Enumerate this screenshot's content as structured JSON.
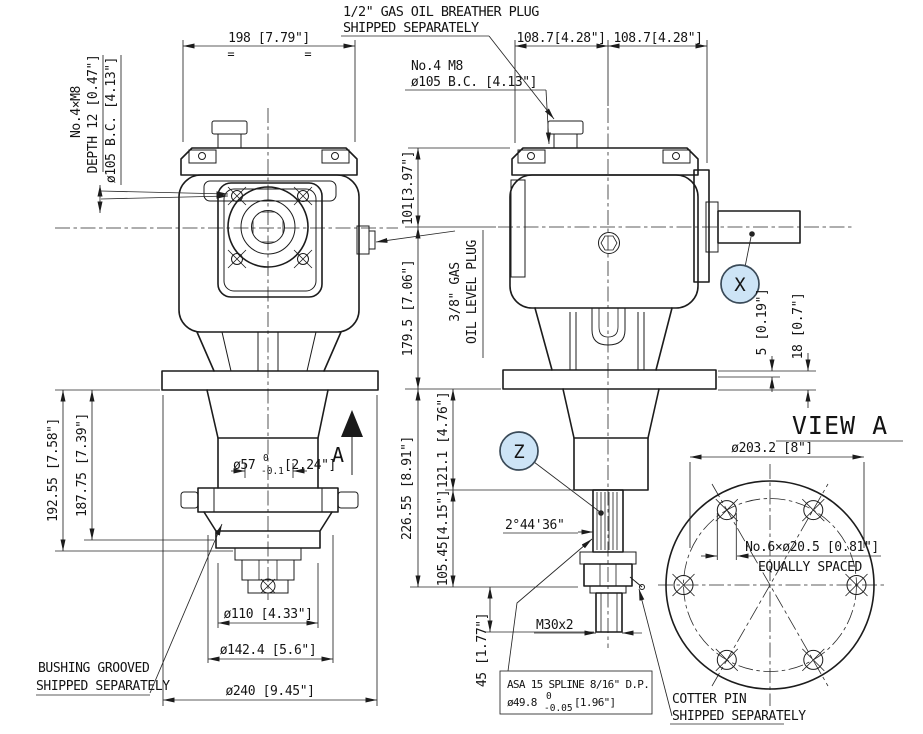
{
  "drawing": {
    "notes": {
      "breather1": "1/2\" GAS OIL BREATHER PLUG",
      "breather2": "SHIPPED SEPARATELY",
      "bolts_right1": "No.4 M8",
      "bolts_right2": "ø105 B.C. [4.13\"]",
      "bolts_left1": "No.4×M8",
      "bolts_left2": "DEPTH 12 [0.47\"]",
      "bolts_left3": "ø105 B.C. [4.13\"]",
      "oil1": "3/8\" GAS",
      "oil2": "OIL LEVEL PLUG",
      "bushing1": "BUSHING GROOVED",
      "bushing2": "SHIPPED SEPARATELY",
      "cotter1": "COTTER PIN",
      "cotter2": "SHIPPED SEPARATELY",
      "asa1": "ASA 15 SPLINE 8/16\" D.P.",
      "asa_dia": "ø49.8",
      "asa_tol_top": "0",
      "asa_tol_bot": "-0.05",
      "asa_inch": "[1.96\"]",
      "spline_angle": "2°44'36\"",
      "flange_holes1": "No.6×ø20.5 [0.81\"]",
      "flange_holes2": "EQUALLY SPACED",
      "view_label": "VIEW A",
      "section_label": "A",
      "balloon_x": "X",
      "balloon_z": "Z",
      "equal_mark": "="
    },
    "dims": {
      "w198": "198 [7.79\"]",
      "w108a": "108.7[4.28\"]",
      "w108b": "108.7[4.28\"]",
      "h101": "101[3.97\"]",
      "h179": "179.5 [7.06\"]",
      "h192": "192.55 [7.58\"]",
      "h187": "187.75 [7.39\"]",
      "h226": "226.55 [8.91\"]",
      "h121": "121.1 [4.76\"]",
      "h105": "105.45[4.15\"]",
      "h5": "5 [0.19\"]",
      "h18": "18 [0.7\"]",
      "h45": "45 [1.77\"]",
      "d57": "ø57",
      "d57_tol_top": "0",
      "d57_tol_bot": "-0.1",
      "d57_inch": "[2.24\"]",
      "m30": "M30x2",
      "d110": "ø110 [4.33\"]",
      "d142": "ø142.4 [5.6\"]",
      "d240": "ø240 [9.45\"]",
      "d203": "ø203.2 [8\"]"
    },
    "colors": {
      "line": "#1c1c1c",
      "balloon_fill": "#cde4f6",
      "balloon_stroke": "#3a4a58"
    }
  }
}
